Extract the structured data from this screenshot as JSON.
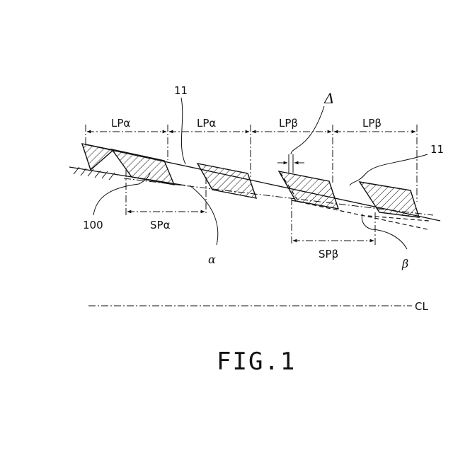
{
  "labels": {
    "lp_alpha": "LPα",
    "lp_beta": "LPβ",
    "sp_alpha": "SPα",
    "sp_beta": "SPβ",
    "ref_11": "11",
    "ref_100": "100",
    "alpha": "α",
    "beta": "β",
    "delta": "Δ",
    "cl": "CL",
    "figure": "FIG.1"
  }
}
